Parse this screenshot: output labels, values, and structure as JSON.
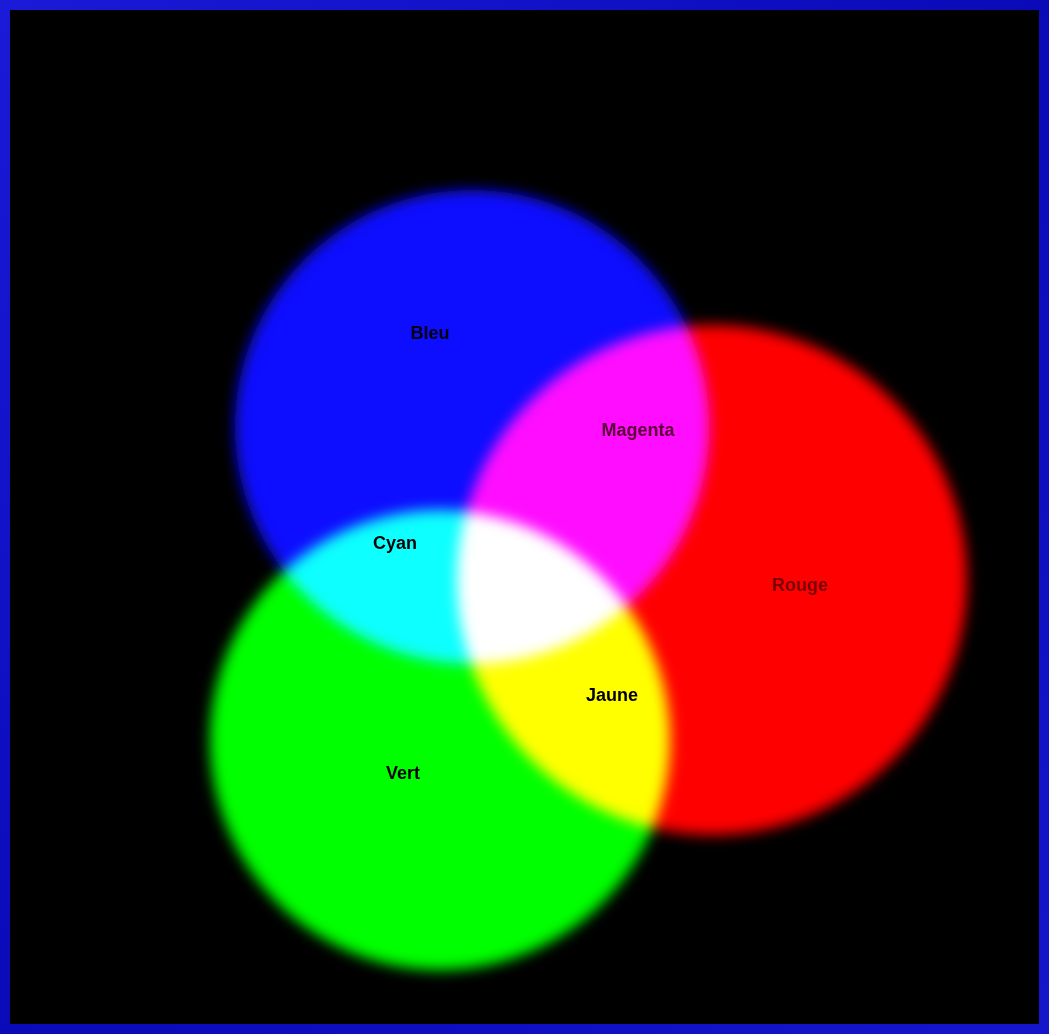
{
  "diagram": {
    "nodes": [
      {
        "text": [
          "Bleu"
        ]
      },
      {
        "text": [
          "Rouge"
        ]
      },
      {
        "text": [
          "Vert"
        ]
      }
    ],
    "labels": [
      "Magenta",
      "Cyan",
      "Jaune"
    ]
  }
}
